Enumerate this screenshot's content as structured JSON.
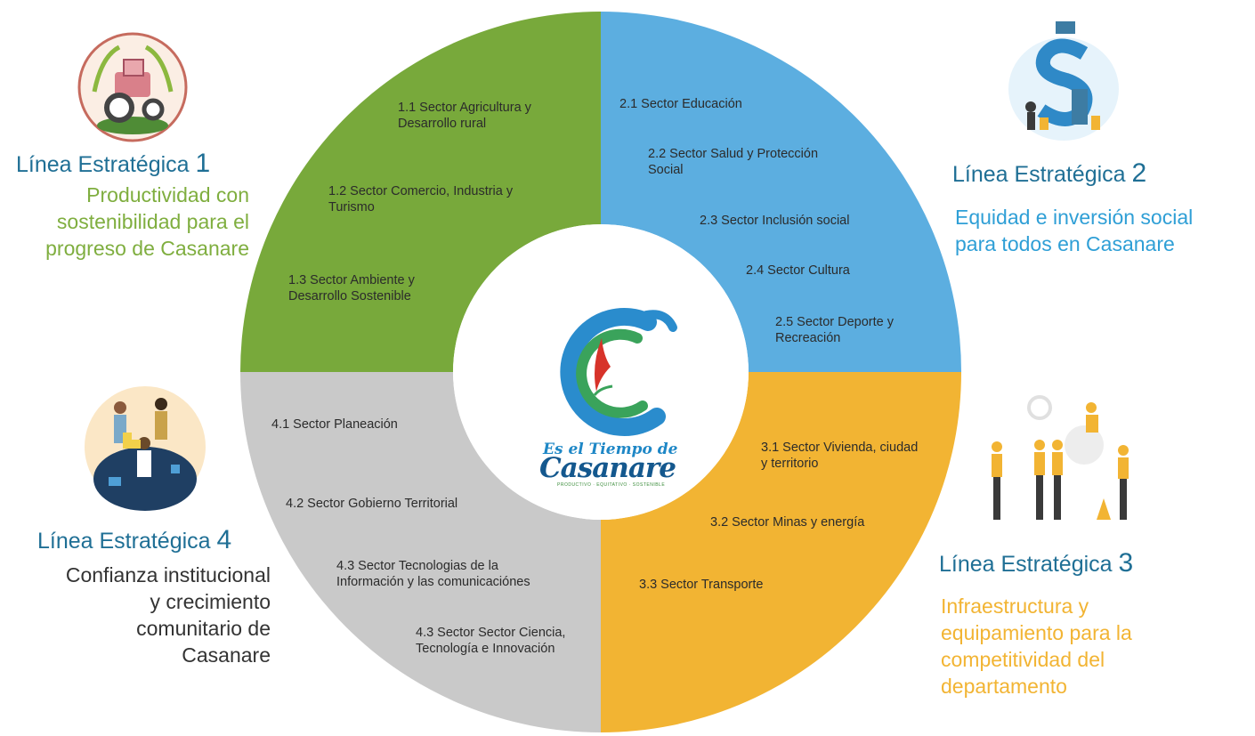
{
  "colors": {
    "green": "#78a93b",
    "blue": "#5caee0",
    "yellow": "#f2b433",
    "gray": "#c9c9c9",
    "title_blue": "#1f6f95",
    "desc_green": "#7fae3f",
    "desc_blue": "#2f9fd6",
    "desc_yellow": "#f2b433",
    "desc_dark": "#333333"
  },
  "lines": [
    {
      "title": "Línea Estratégica",
      "number": "1",
      "description": "Productividad con\nsostenibilidad para el\nprogreso de Casanare",
      "icon": "tractor-icon",
      "sectors": [
        "1.1 Sector Agricultura y\nDesarrollo rural",
        "1.2 Sector Comercio, Industria y\nTurismo",
        "1.3 Sector Ambiente y\nDesarrollo Sostenible"
      ]
    },
    {
      "title": "Línea Estratégica",
      "number": "2",
      "description": "Equidad e inversión social\npara todos en Casanare",
      "icon": "dollar-investment-icon",
      "sectors": [
        "2.1 Sector Educación",
        "2.2 Sector Salud y Protección\nSocial",
        "2.3 Sector Inclusión social",
        "2.4 Sector Cultura",
        "2.5 Sector Deporte y\nRecreación"
      ]
    },
    {
      "title": "Línea Estratégica",
      "number": "3",
      "description": "Infraestructura y\nequipamiento para la\ncompetitividad del\ndepartamento",
      "icon": "construction-workers-icon",
      "sectors": [
        "3.1 Sector Vivienda, ciudad\ny territorio",
        "3.2 Sector Minas y energía",
        "3.3 Sector Transporte"
      ]
    },
    {
      "title": "Línea Estratégica",
      "number": "4",
      "description": "Confianza  institucional\ny crecimiento\ncomunitario de\nCasanare",
      "icon": "puzzle-people-icon",
      "sectors": [
        "4.1 Sector Planeación",
        "4.2 Sector Gobierno Territorial",
        "4.3 Sector Tecnologias de la\nInformación y las comunicaciónes",
        "4.3 Sector Sector Ciencia,\nTecnología e Innovación"
      ]
    }
  ],
  "logo": {
    "line1": "Es el Tiempo de",
    "line2": "Casanare",
    "tagline": "PRODUCTIVO · EQUITATIVO · SOSTENIBLE"
  }
}
